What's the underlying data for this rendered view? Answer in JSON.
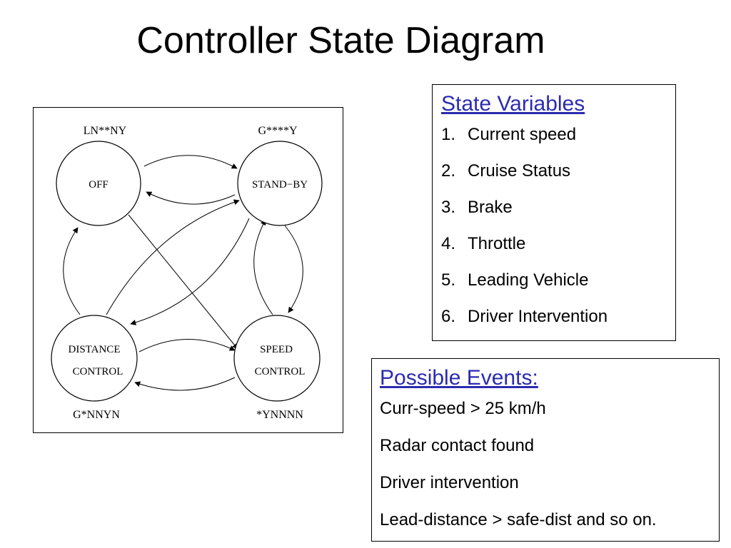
{
  "title": "Controller State Diagram",
  "diagram": {
    "states": [
      {
        "id": "off",
        "name": [
          "OFF"
        ],
        "code": "LN**NY"
      },
      {
        "id": "stand-by",
        "name": [
          "STAND−BY"
        ],
        "code": "G****Y"
      },
      {
        "id": "distance-control",
        "name": [
          "DISTANCE",
          "CONTROL"
        ],
        "code": "G*NNYN"
      },
      {
        "id": "speed-control",
        "name": [
          "SPEED",
          "CONTROL"
        ],
        "code": "*YNNNN"
      }
    ],
    "transitions": [
      {
        "from": "off",
        "to": "stand-by"
      },
      {
        "from": "stand-by",
        "to": "off"
      },
      {
        "from": "off",
        "to": "speed-control"
      },
      {
        "from": "distance-control",
        "to": "off"
      },
      {
        "from": "distance-control",
        "to": "stand-by"
      },
      {
        "from": "stand-by",
        "to": "distance-control"
      },
      {
        "from": "stand-by",
        "to": "speed-control"
      },
      {
        "from": "speed-control",
        "to": "stand-by"
      },
      {
        "from": "distance-control",
        "to": "speed-control"
      },
      {
        "from": "speed-control",
        "to": "distance-control"
      }
    ]
  },
  "state_variables": {
    "heading": "State Variables",
    "items": [
      {
        "num": "1.",
        "label": "Current speed"
      },
      {
        "num": "2.",
        "label": "Cruise Status"
      },
      {
        "num": "3.",
        "label": "Brake"
      },
      {
        "num": "4.",
        "label": "Throttle"
      },
      {
        "num": "5.",
        "label": "Leading Vehicle"
      },
      {
        "num": "6.",
        "label": "Driver Intervention"
      }
    ]
  },
  "possible_events": {
    "heading": "Possible Events:",
    "items": [
      "Curr-speed > 25 km/h",
      "Radar contact found",
      "Driver intervention",
      "Lead-distance > safe-dist and so on."
    ]
  },
  "colors": {
    "heading": "#2b2bb0",
    "text": "#000000",
    "background": "#ffffff"
  }
}
